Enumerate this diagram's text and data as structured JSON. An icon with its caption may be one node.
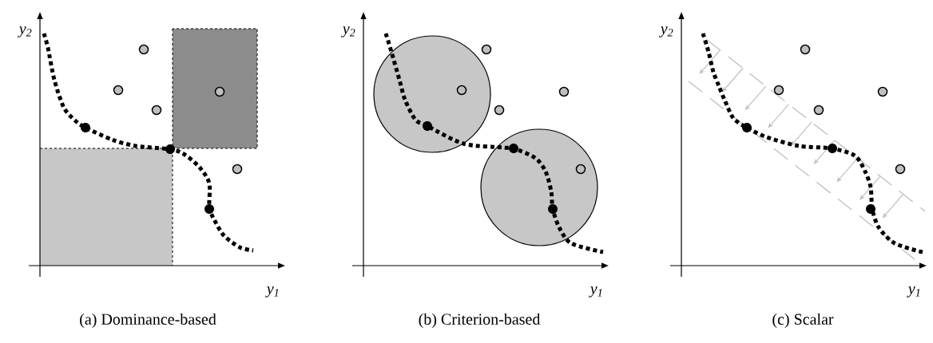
{
  "diagram": {
    "labels": [
      "y$_{2}$",
      "y$_{2}$",
      "y$_{2}$",
      "y$_{1}$",
      "y$_{1}$",
      "y$_{1}$",
      "(a) Dominance-based",
      "(b) Criterion-based",
      "(c) Scalar"
    ]
  }
}
